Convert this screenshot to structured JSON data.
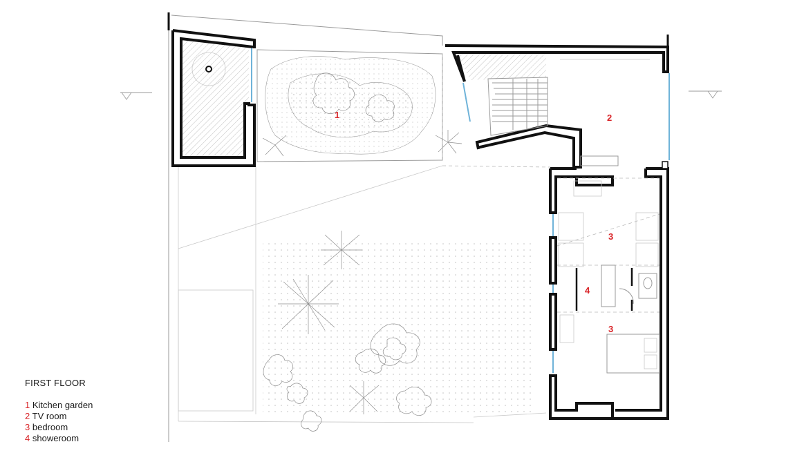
{
  "legend": {
    "title": "FIRST FLOOR",
    "items": [
      {
        "number": "1",
        "label": "Kitchen garden"
      },
      {
        "number": "2",
        "label": "TV room"
      },
      {
        "number": "3",
        "label": "bedroom"
      },
      {
        "number": "4",
        "label": "showeroom"
      }
    ]
  },
  "room_labels": {
    "kitchen_garden": "1",
    "tv_room": "2",
    "bedroom_upper": "3",
    "showeroom": "4",
    "bedroom_lower": "3"
  },
  "colors": {
    "accent_red": "#d9262a",
    "wall": "#111111",
    "glazing": "#6fb3d9"
  }
}
